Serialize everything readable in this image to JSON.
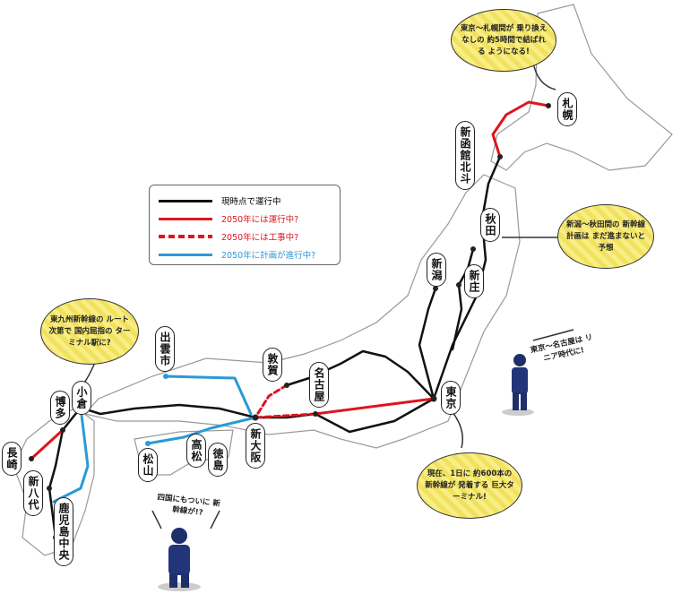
{
  "legend": {
    "items": [
      {
        "label": "現時点で運行中",
        "color": "#111111",
        "style": "solid"
      },
      {
        "label": "2050年には運行中?",
        "color": "#e0141e",
        "style": "solid"
      },
      {
        "label": "2050年には工事中?",
        "color": "#e0141e",
        "style": "dashed"
      },
      {
        "label": "2050年に計画が進行中?",
        "color": "#2a9ad6",
        "style": "solid"
      }
    ]
  },
  "stations": {
    "sapporo": "札幌",
    "hakodate": "新函館北斗",
    "akita": "秋田",
    "shinjo": "新庄",
    "niigata": "新潟",
    "tokyo": "東京",
    "nagoya": "名古屋",
    "tsuruga": "敦賀",
    "shinosaka": "新大阪",
    "izumo": "出雲市",
    "takamatsu": "高松",
    "tokushima": "徳島",
    "matsuyama": "松山",
    "kokura": "小倉",
    "hakata": "博多",
    "nagasaki": "長崎",
    "shinyatsushiro": "新八代",
    "kagoshima": "鹿児島中央"
  },
  "bubbles": {
    "sapporo": "東京～札幌間が 乗り換えなしの 約5時間で結ばれる ようになる!",
    "akita": "新潟～秋田間の 新幹線計画は まだ進まないと予想",
    "kyushu": "東九州新幹線の ルート次第で 国内屈指の ターミナル駅に?",
    "tokyo": "現在、1日に 約600本の新幹線が 発着する 巨大ターミナル!"
  },
  "notes": {
    "linear": "東京～名古屋は リニア時代に!",
    "shikoku": "四国にもついに 新幹線が!?"
  }
}
